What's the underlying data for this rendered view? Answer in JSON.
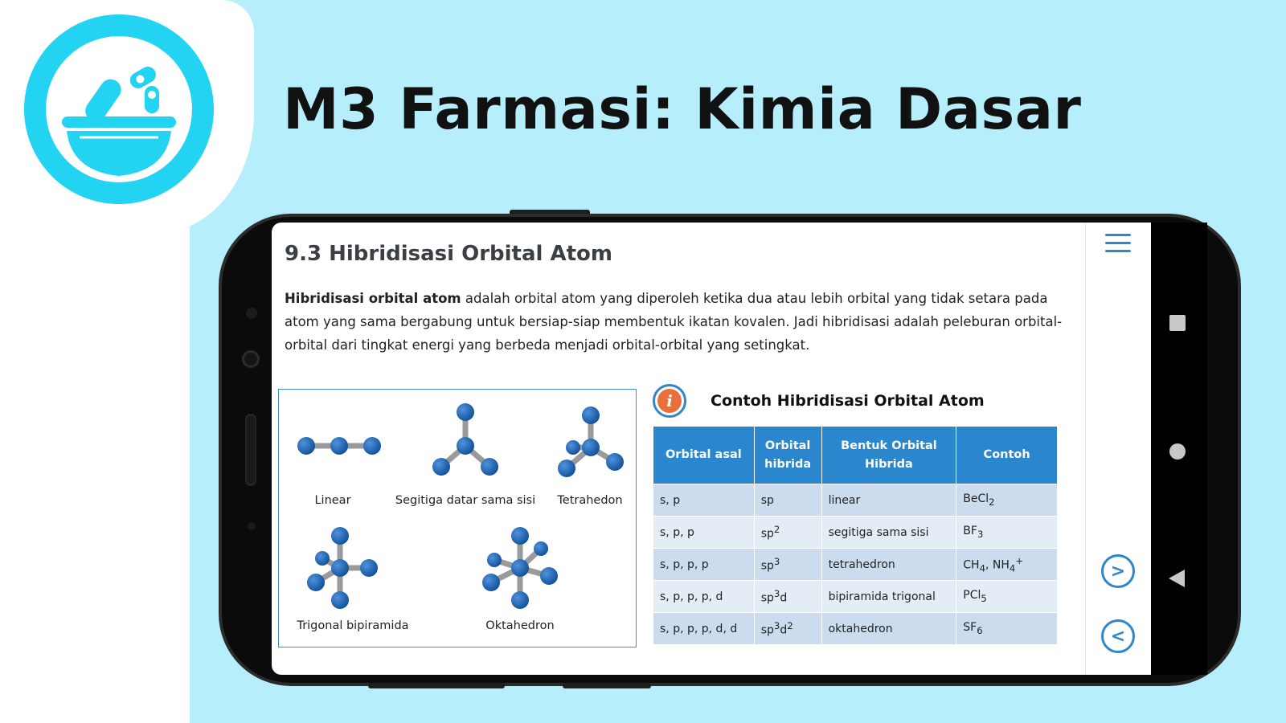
{
  "app": {
    "title": "M3 Farmasi: Kimia Dasar",
    "logo_icon": "mortar-pestle-icon"
  },
  "lesson": {
    "section_title": "9.3 Hibridisasi Orbital Atom",
    "paragraph_bold": "Hibridisasi orbital atom",
    "paragraph_rest": " adalah orbital atom yang diperoleh ketika dua atau lebih orbital yang tidak setara pada atom yang sama bergabung untuk bersiap-siap membentuk ikatan kovalen. Jadi hibridisasi adalah peleburan orbital-orbital dari tingkat energi yang berbeda menjadi orbital-orbital yang setingkat."
  },
  "figure": {
    "labels": {
      "linear": "Linear",
      "trigonal": "Segitiga datar sama sisi",
      "tetra": "Tetrahedon",
      "bipyramid": "Trigonal bipiramida",
      "octa": "Oktahedron"
    }
  },
  "table": {
    "title": "Contoh Hibridisasi Orbital Atom",
    "headers": {
      "h1": "Orbital asal",
      "h2a": "Orbital",
      "h2b": "hibrida",
      "h3a": "Bentuk Orbital",
      "h3b": "Hibrida",
      "h4": "Contoh"
    },
    "rows": [
      {
        "asal": "s, p",
        "hib": "sp",
        "hib_sup": "",
        "bentuk": "linear",
        "ex1": "BeCl",
        "ex1_sub": "2",
        "ex2": "",
        "ex2_sub": "",
        "ex2_sup": ""
      },
      {
        "asal": "s, p, p",
        "hib": "sp",
        "hib_sup": "2",
        "bentuk": "segitiga sama sisi",
        "ex1": "BF",
        "ex1_sub": "3",
        "ex2": "",
        "ex2_sub": "",
        "ex2_sup": ""
      },
      {
        "asal": "s, p, p, p",
        "hib": "sp",
        "hib_sup": "3",
        "bentuk": "tetrahedron",
        "ex1": "CH",
        "ex1_sub": "4",
        "ex2": ", NH",
        "ex2_sub": "4",
        "ex2_sup": "+"
      },
      {
        "asal": "s, p, p, p, d",
        "hib": "sp",
        "hib_sup": "3",
        "hib_tail": "d",
        "bentuk": "bipiramida trigonal",
        "ex1": "PCl",
        "ex1_sub": "5",
        "ex2": "",
        "ex2_sub": "",
        "ex2_sup": ""
      },
      {
        "asal": "s, p, p, p, d, d",
        "hib": "sp",
        "hib_sup": "3",
        "hib_tail": "d",
        "hib_tail_sup": "2",
        "bentuk": "oktahedron",
        "ex1": "SF",
        "ex1_sub": "6",
        "ex2": "",
        "ex2_sub": "",
        "ex2_sup": ""
      }
    ]
  },
  "nav": {
    "menu_icon": "hamburger-menu-icon",
    "next_symbol": ">",
    "prev_symbol": "<"
  },
  "colors": {
    "background": "#b7eefc",
    "logo": "#22d3f2",
    "accent": "#2a86cd",
    "atom": "#1e63b4",
    "info": "#e9703a"
  }
}
